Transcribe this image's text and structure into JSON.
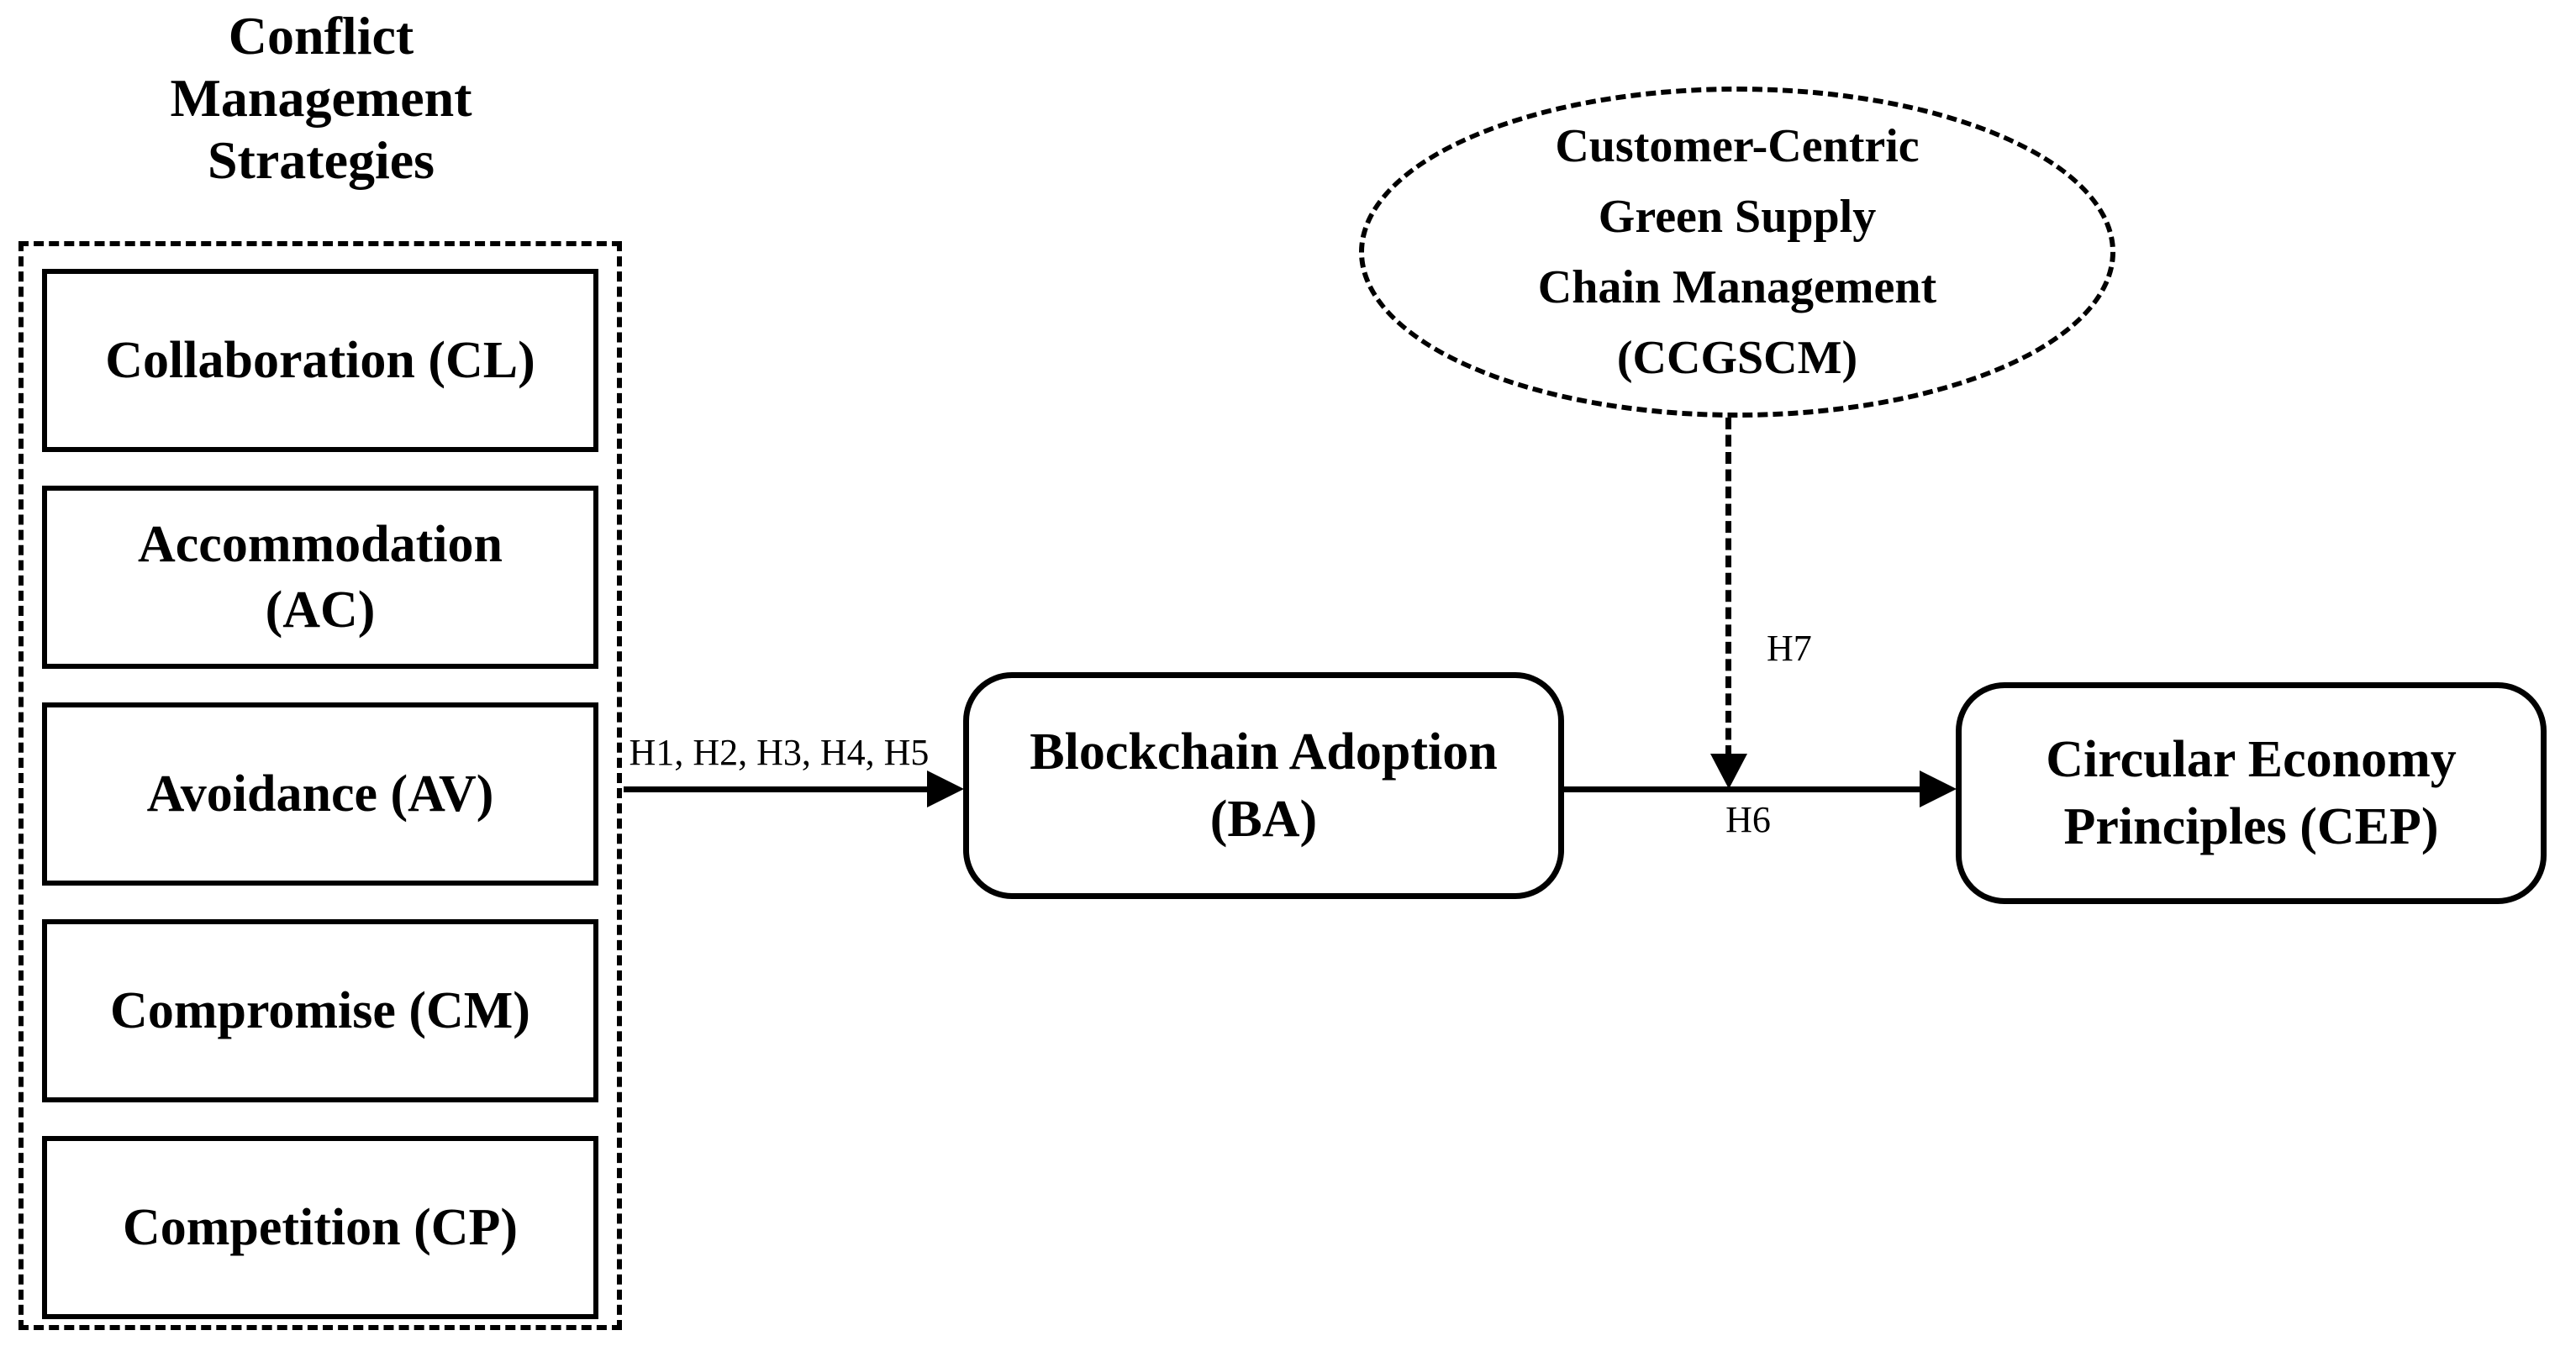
{
  "diagram": {
    "title": {
      "lines": [
        "Conflict",
        "Management",
        "Strategies"
      ]
    },
    "strategies": [
      {
        "id": "collaboration",
        "lines": [
          "Collaboration (CL)"
        ]
      },
      {
        "id": "accommodation",
        "lines": [
          "Accommodation",
          "(AC)"
        ]
      },
      {
        "id": "avoidance",
        "lines": [
          "Avoidance (AV)"
        ]
      },
      {
        "id": "compromise",
        "lines": [
          "Compromise (CM)"
        ]
      },
      {
        "id": "competition",
        "lines": [
          "Competition (CP)"
        ]
      }
    ],
    "nodes": {
      "blockchain_adoption": {
        "lines": [
          "Blockchain Adoption",
          "(BA)"
        ]
      },
      "circular_economy": {
        "lines": [
          "Circular Economy",
          "Principles (CEP)"
        ]
      },
      "ccgscm": {
        "lines": [
          "Customer-Centric",
          "Green Supply",
          "Chain Management",
          "(CCGSCM)"
        ]
      }
    },
    "arrows": {
      "h1_h5": {
        "label": "H1, H2, H3, H4, H5"
      },
      "h6": {
        "label": "H6"
      },
      "h7": {
        "label": "H7"
      }
    },
    "colors": {
      "line": "#000000",
      "background": "#ffffff"
    }
  }
}
